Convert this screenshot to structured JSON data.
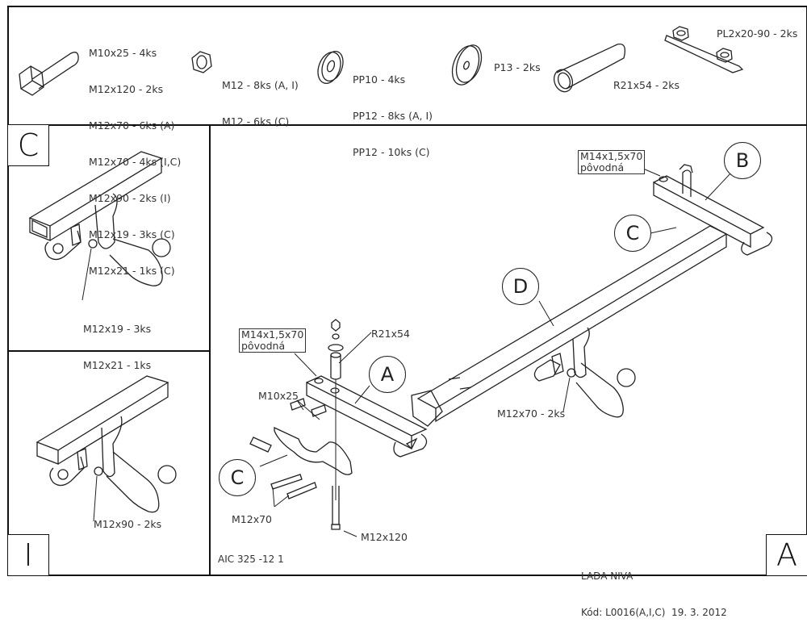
{
  "parts_list": {
    "bolts": [
      "M10x25 - 4ks",
      "M12x120 - 2ks",
      "M12x70 - 6ks (A)",
      "M12x70 - 4ks (I,C)",
      "M12x90 - 2ks (I)",
      "M12x19 - 3ks (C)",
      "M12x21 - 1ks (C)"
    ],
    "nuts": [
      "M12 - 8ks (A, I)",
      "M12 - 6ks (C)"
    ],
    "washers": [
      "PP10 - 4ks",
      "PP12 - 8ks (A, I)",
      "PP12 - 10ks (C)"
    ],
    "large_washer": "P13 - 2ks",
    "spacer": "R21x54 - 2ks",
    "plate": "PL2x20-90 - 2ks"
  },
  "panel_c": {
    "label": "C",
    "callout": [
      "M12x19 - 3ks",
      "M12x21 - 1ks"
    ]
  },
  "panel_i": {
    "label": "I",
    "callout": "M12x90 - 2ks"
  },
  "main": {
    "label": "A",
    "callouts": {
      "orig_bolt_left": [
        "M14x1,5x70",
        "pôvodná"
      ],
      "orig_bolt_right": [
        "M14x1,5x70",
        "pôvodná"
      ],
      "spacer": "R21x54",
      "m10": "M10x25",
      "m12x70": "M12x70",
      "m12x120": "M12x120",
      "m12x70_2ks": "M12x70 - 2ks"
    },
    "circles": {
      "a": "A",
      "b": "B",
      "c_main": "C",
      "c_left": "C",
      "d": "D"
    },
    "drawing_no": "AIC 325 -12 1",
    "vehicle": "LADA NIVA",
    "code": "Kód: L0016(A,I,C)  19. 3. 2012"
  }
}
